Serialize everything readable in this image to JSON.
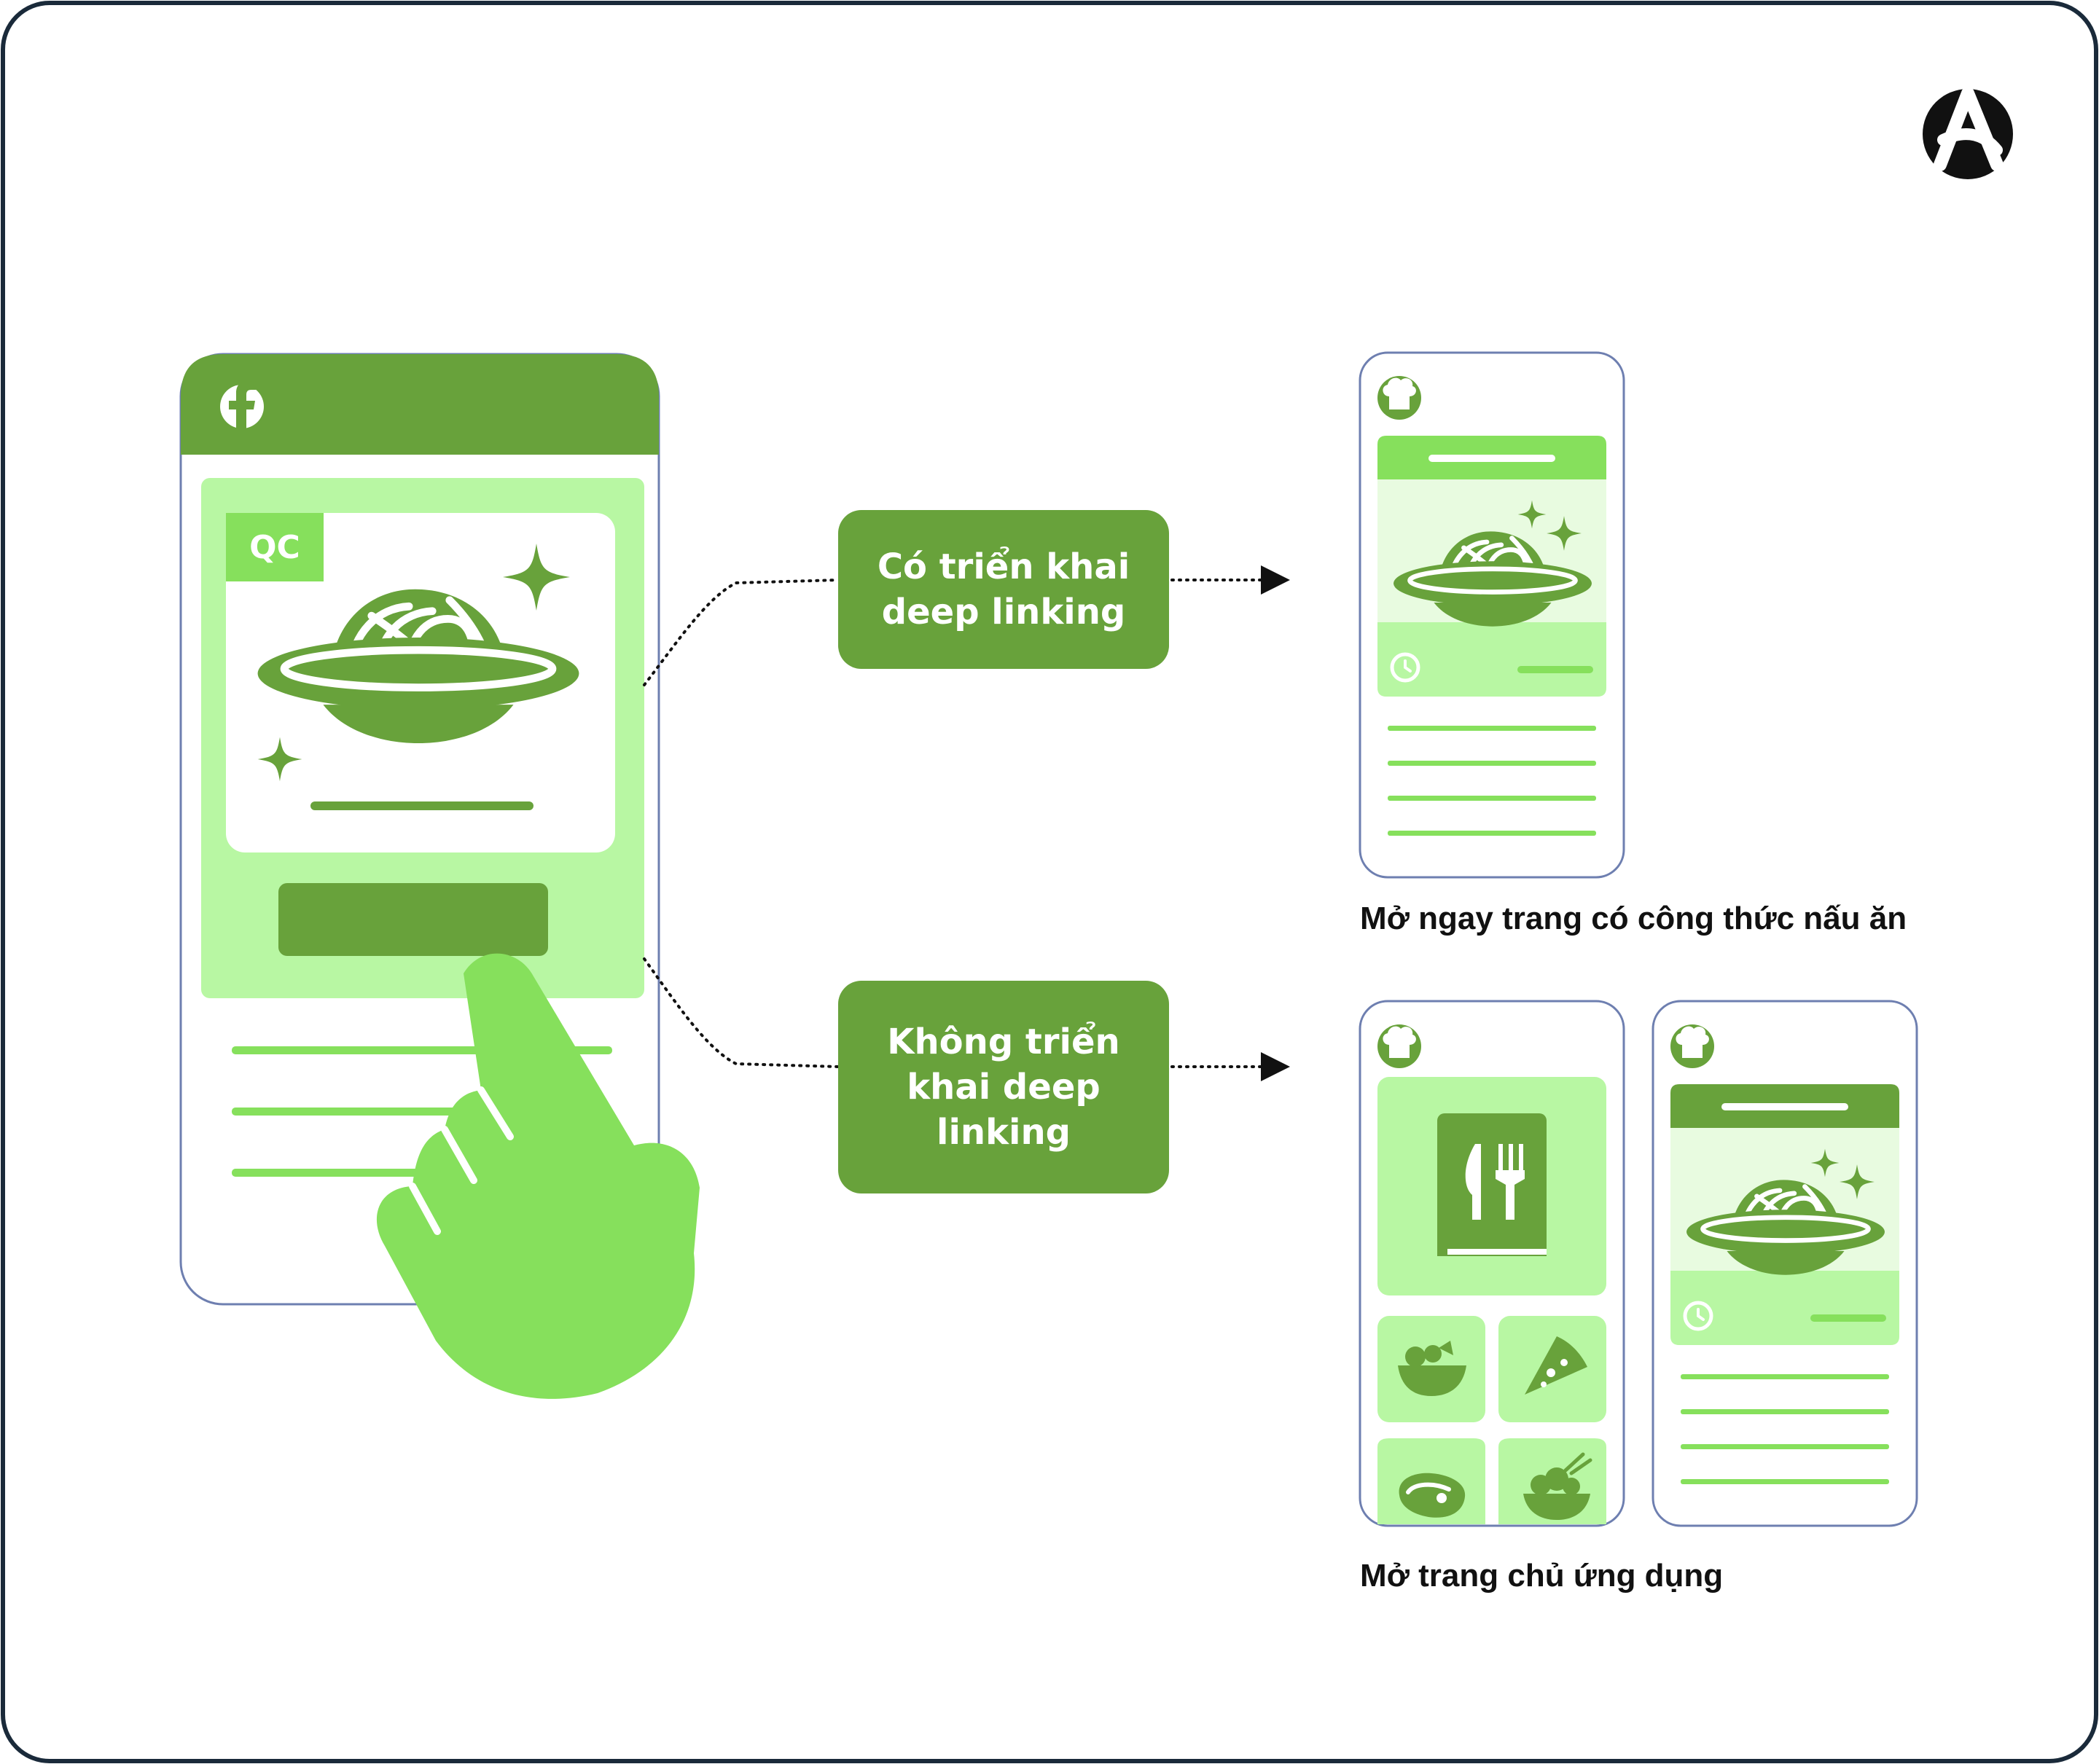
{
  "ad_tag": "QC",
  "branches": [
    {
      "label": "Có triển khai deep linking",
      "caption": "Mở ngay trang có công thức nấu ăn"
    },
    {
      "label": "Không triển khai deep linking",
      "caption": "Mở trang chủ ứng dụng"
    }
  ],
  "icons": [
    "facebook-icon",
    "brand-logo-icon",
    "chef-hat-icon",
    "pasta-plate-icon",
    "sparkle-icon",
    "clock-icon",
    "recipe-book-icon",
    "salad-bowl-icon",
    "pizza-slice-icon",
    "steak-icon",
    "rice-bowl-icon",
    "hand-pointer-icon"
  ],
  "colors": {
    "dark_green": "#68a23b",
    "mid_green": "#86e05c",
    "light_green": "#b8f7a3",
    "pale_green": "#e8fbe0",
    "outline": "#6e7fb0",
    "frame": "#1a2a3a"
  }
}
